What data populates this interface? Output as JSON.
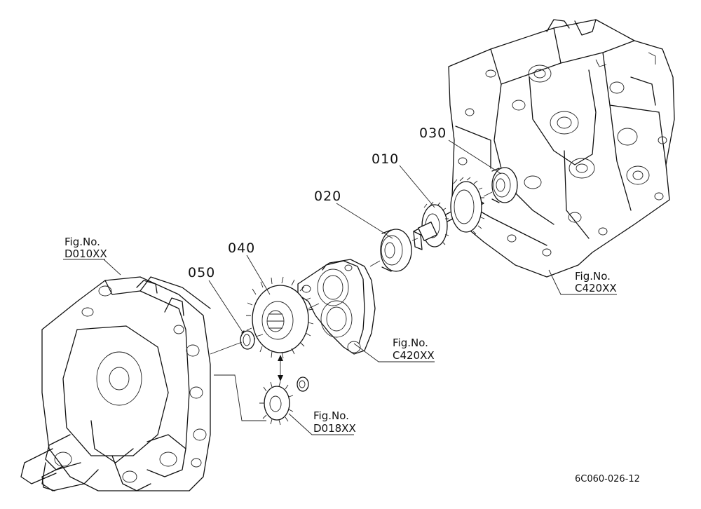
{
  "parts": [
    {
      "id": "p010",
      "number": "010"
    },
    {
      "id": "p020",
      "number": "020"
    },
    {
      "id": "p030",
      "number": "030"
    },
    {
      "id": "p040",
      "number": "040"
    },
    {
      "id": "p050",
      "number": "050"
    }
  ],
  "figure_refs": [
    {
      "id": "d010",
      "line1": "Fig.No.",
      "line2": "D010XX"
    },
    {
      "id": "c420a",
      "line1": "Fig.No.",
      "line2": "C420XX"
    },
    {
      "id": "c420b",
      "line1": "Fig.No.",
      "line2": "C420XX"
    },
    {
      "id": "d018",
      "line1": "Fig.No.",
      "line2": "D018XX"
    }
  ],
  "drawing_code": "6C060-026-12"
}
